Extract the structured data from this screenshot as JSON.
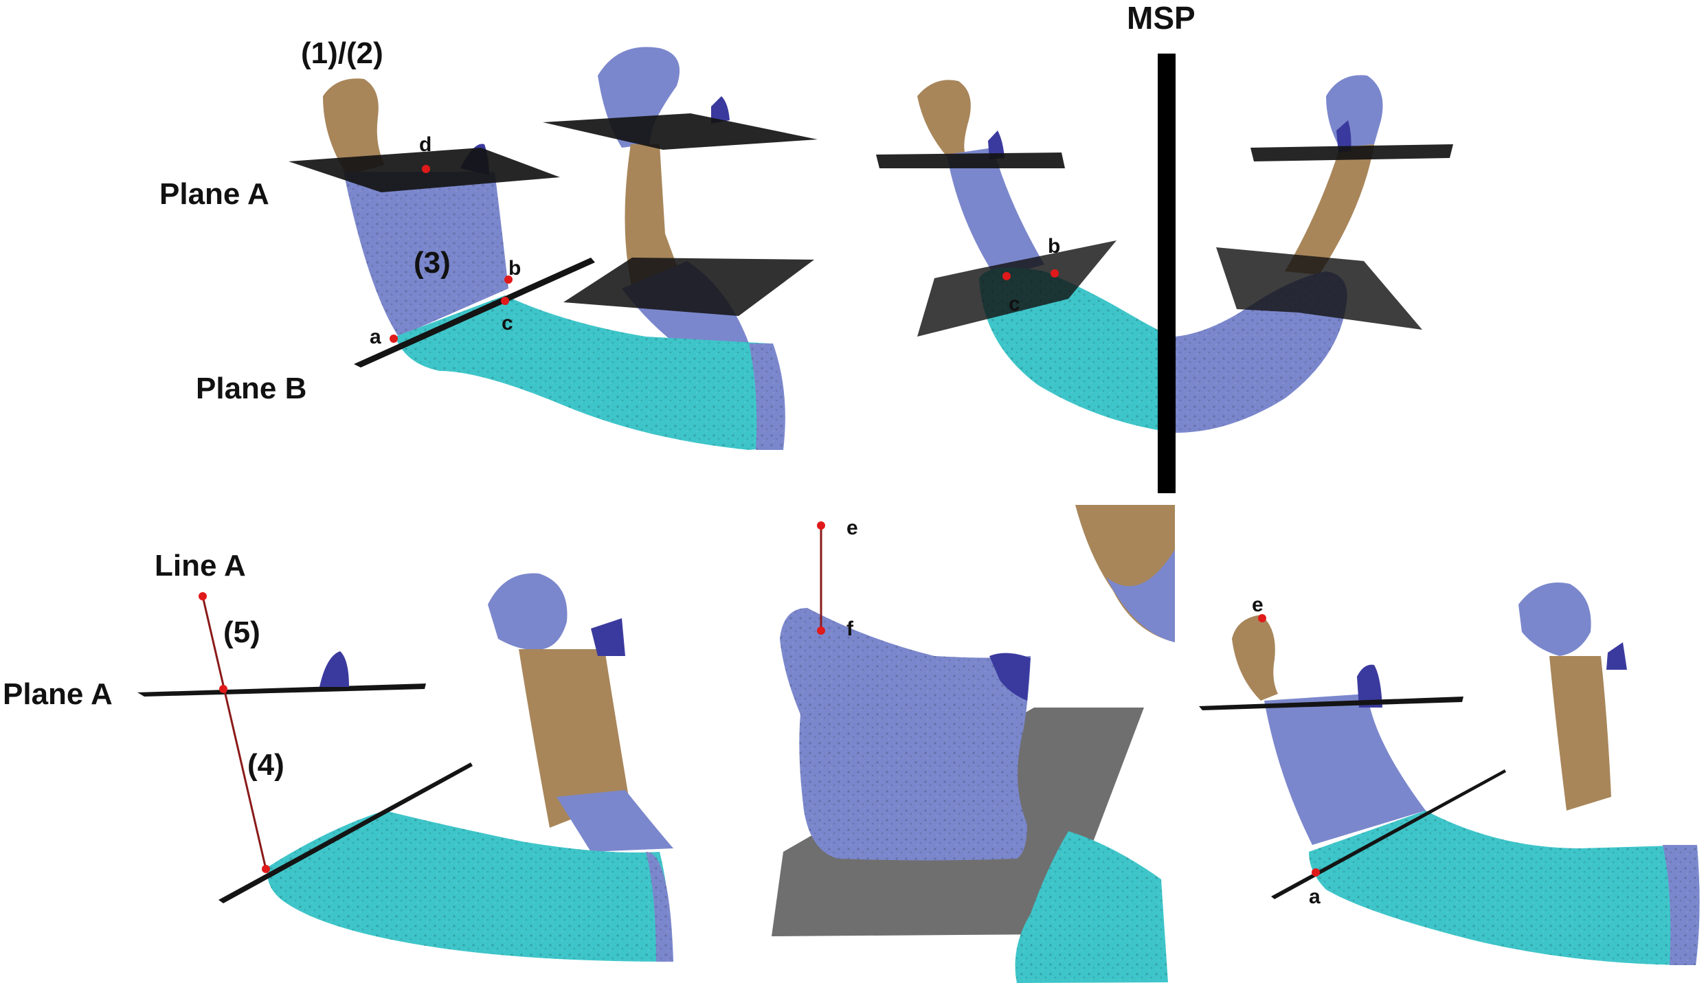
{
  "labels": {
    "num12": "(1)/(2)",
    "plane_a": "Plane A",
    "plane_b": "Plane B",
    "num3": "(3)",
    "msp": "MSP",
    "line_a": "Line A",
    "num5": "(5)",
    "num4": "(4)",
    "pt_a": "a",
    "pt_b": "b",
    "pt_c": "c",
    "pt_d": "d",
    "pt_e": "e",
    "pt_f": "f"
  },
  "colors": {
    "ramus_tan": "#a8865a",
    "ramus_blue": "#7b87cc",
    "body_cyan": "#3ec5c9",
    "process_violet": "#3a3a9e",
    "plane_black": "#141414",
    "plane_grey": "#6f6f6f",
    "landmark_red": "#e01a1a",
    "line_red": "#8b1a1a"
  }
}
